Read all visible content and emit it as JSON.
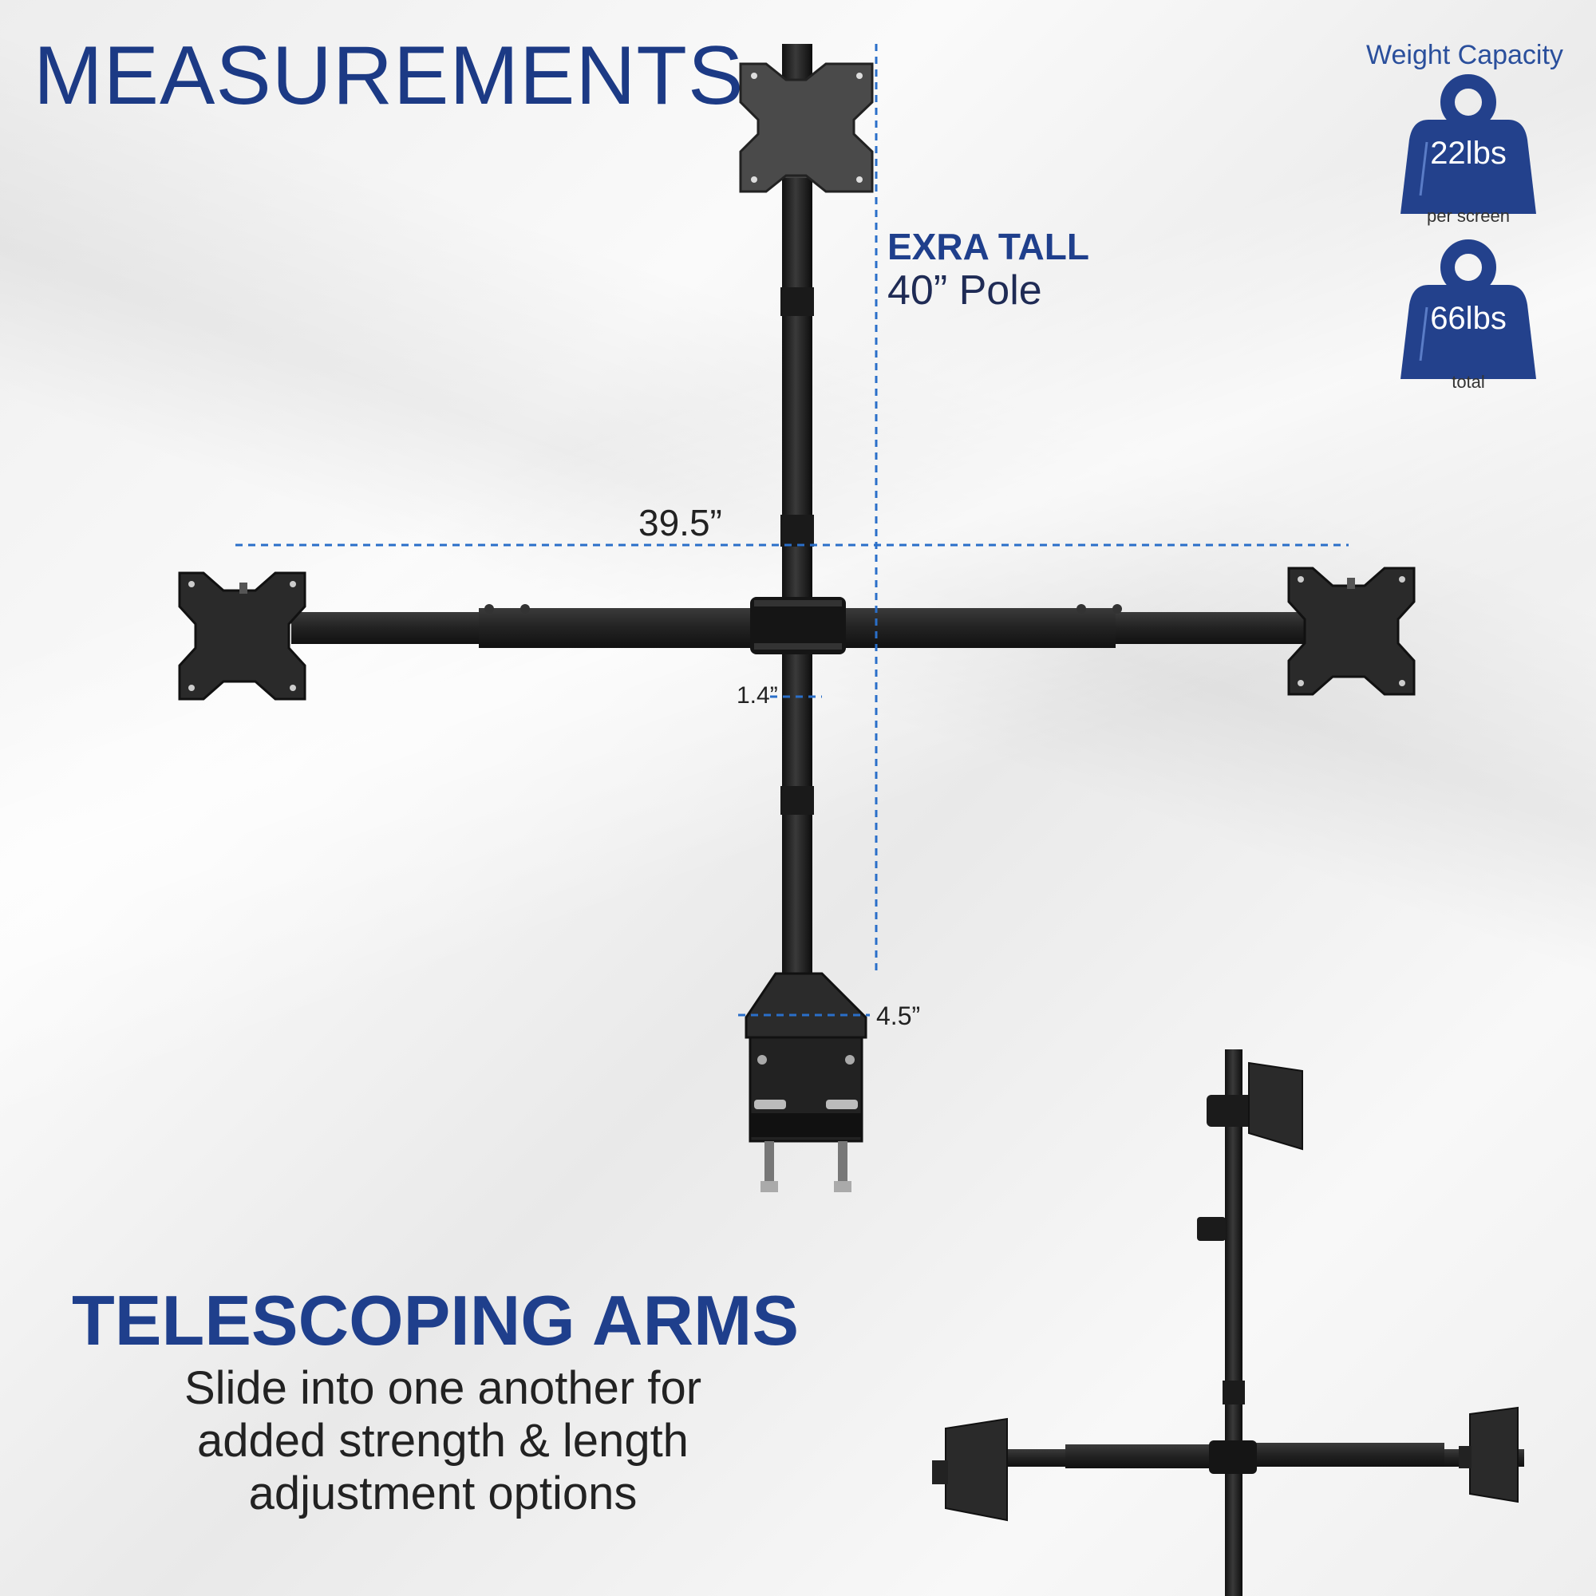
{
  "headline": "MEASUREMENTS",
  "pole": {
    "tag": "EXRA TALL",
    "label": "40” Pole"
  },
  "dimensions": {
    "arm_width": "39.5”",
    "pole_diameter": "1.4”",
    "base_width": "4.5”"
  },
  "weight_capacity": {
    "title": "Weight Capacity",
    "per_screen": {
      "value": "22lbs",
      "caption": "per screen"
    },
    "total": {
      "value": "66lbs",
      "caption": "total"
    }
  },
  "telescoping": {
    "title": "TELESCOPING ARMS",
    "lines": [
      "Slide into one another for",
      "added strength & length",
      "adjustment options"
    ]
  },
  "colors": {
    "brand_blue": "#1f3f8c",
    "dashed_line": "#2a6fc9",
    "metal": "#1e1e1e",
    "weight_fill": "#23418c"
  }
}
